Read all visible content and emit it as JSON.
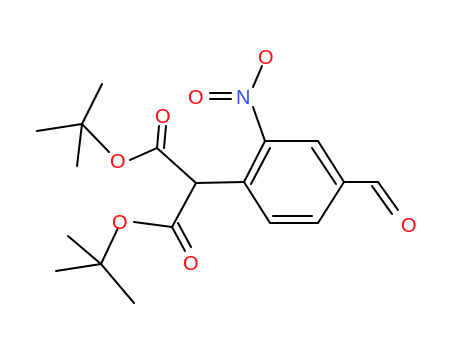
{
  "diagram": {
    "kind": "chemical-structure",
    "atom_colors": {
      "O": "#ff0d0d",
      "N": "#3050f8",
      "bond": "#000000"
    },
    "labels": {
      "nitro_o_top": "O",
      "nitro_o_left": "O",
      "nitro_n": "N",
      "ester1_carbonyl_o": "O",
      "ester1_ether_o": "O",
      "ester2_ether_o": "O",
      "ester2_carbonyl_o": "O",
      "aldehyde_o": "O"
    }
  }
}
